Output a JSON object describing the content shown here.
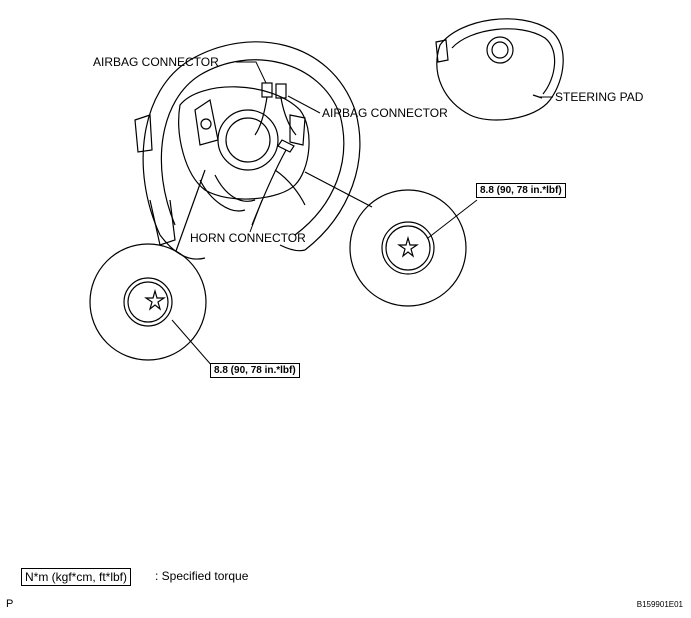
{
  "labels": {
    "airbag_connector_top": "AIRBAG CONNECTOR",
    "airbag_connector_right": "AIRBAG CONNECTOR",
    "horn_connector": "HORN CONNECTOR",
    "steering_pad": "STEERING PAD"
  },
  "torque": {
    "right": "8.8 (90, 78 in.*lbf)",
    "left": "8.8 (90, 78 in.*lbf)"
  },
  "legend": {
    "box_text": "N*m (kgf*cm, ft*lbf)",
    "description": ": Specified torque"
  },
  "footer": {
    "page_letter": "P",
    "figure_code": "B159901E01"
  }
}
